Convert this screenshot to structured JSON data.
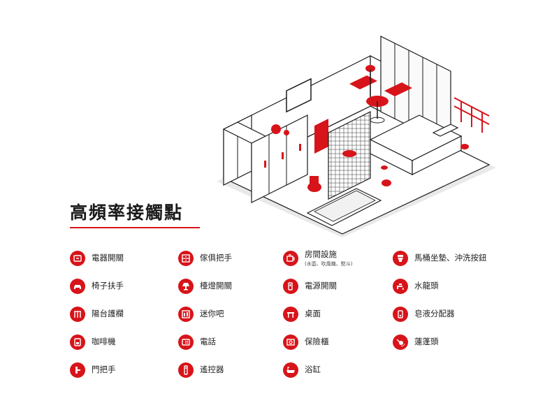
{
  "title": "高頻率接觸點",
  "legend": {
    "col1": [
      {
        "label": "電器開關",
        "icon": "switch-icon"
      },
      {
        "label": "椅子扶手",
        "icon": "armchair-icon"
      },
      {
        "label": "陽台護欄",
        "icon": "railing-icon"
      },
      {
        "label": "咖啡機",
        "icon": "coffee-machine-icon"
      },
      {
        "label": "門把手",
        "icon": "door-handle-icon"
      }
    ],
    "col2": [
      {
        "label": "傢俱把手",
        "icon": "drawer-icon"
      },
      {
        "label": "檯燈開關",
        "icon": "lamp-icon"
      },
      {
        "label": "迷你吧",
        "icon": "minibar-icon"
      },
      {
        "label": "電話",
        "icon": "phone-icon"
      },
      {
        "label": "遙控器",
        "icon": "remote-icon"
      }
    ],
    "col3": [
      {
        "label": "房間設施",
        "sublabel": "(水壺、吹風機、熨斗)",
        "icon": "kettle-icon"
      },
      {
        "label": "電源開關",
        "icon": "power-switch-icon"
      },
      {
        "label": "桌面",
        "icon": "table-icon"
      },
      {
        "label": "保險櫃",
        "icon": "safe-icon"
      },
      {
        "label": "浴缸",
        "icon": "bathtub-icon"
      }
    ],
    "col4": [
      {
        "label": "馬桶坐墊、沖洗按鈕",
        "icon": "toilet-icon"
      },
      {
        "label": "水龍頭",
        "icon": "faucet-icon"
      },
      {
        "label": "皂液分配器",
        "icon": "soap-dispenser-icon"
      },
      {
        "label": "蓮蓬頭",
        "icon": "shower-head-icon"
      }
    ]
  },
  "colors": {
    "accent": "#d7141a",
    "text": "#222222",
    "line": "#1a1a1a"
  }
}
